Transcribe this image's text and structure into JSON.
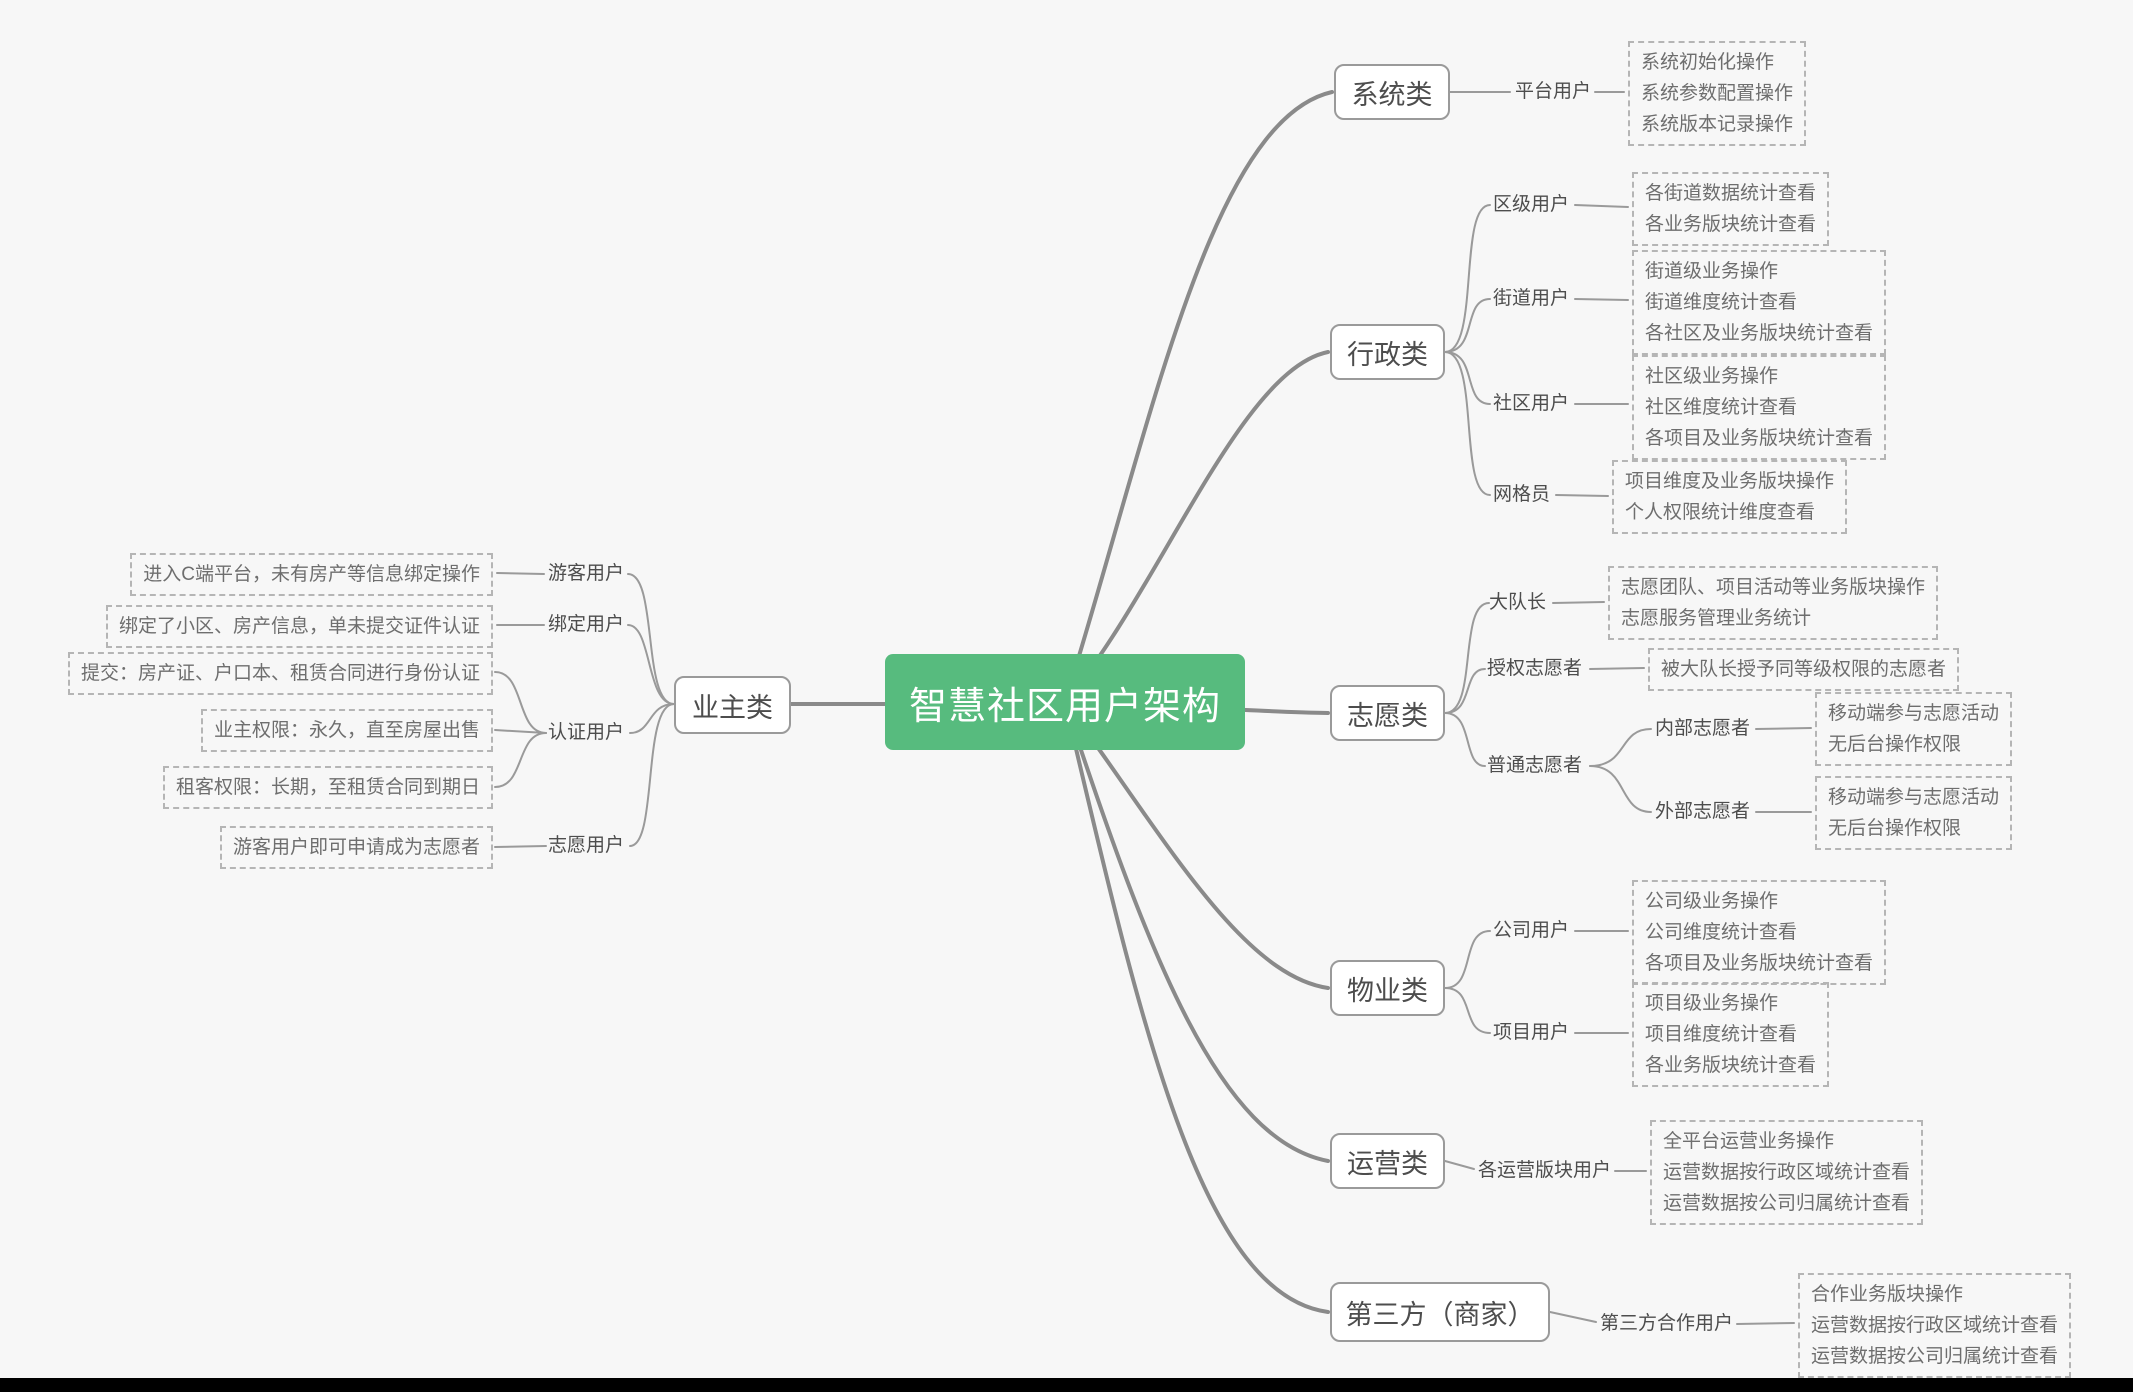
{
  "title": "智慧社区用户架构",
  "colors": {
    "accent": "#57bb7e",
    "line": "#8a8a8a",
    "background": "#f7f7f7",
    "bottom_bar": "#000000"
  },
  "system": {
    "label": "系统类",
    "user": "平台用户",
    "leaf": [
      "系统初始化操作",
      "系统参数配置操作",
      "系统版本记录操作"
    ]
  },
  "admin": {
    "label": "行政类",
    "children": [
      {
        "label": "区级用户",
        "leaf": [
          "各街道数据统计查看",
          "各业务版块统计查看"
        ]
      },
      {
        "label": "街道用户",
        "leaf": [
          "街道级业务操作",
          "街道维度统计查看",
          "各社区及业务版块统计查看"
        ]
      },
      {
        "label": "社区用户",
        "leaf": [
          "社区级业务操作",
          "社区维度统计查看",
          "各项目及业务版块统计查看"
        ]
      },
      {
        "label": "网格员",
        "leaf": [
          "项目维度及业务版块操作",
          "个人权限统计维度查看"
        ]
      }
    ]
  },
  "volunteer": {
    "label": "志愿类",
    "captain": {
      "label": "大队长",
      "leaf": [
        "志愿团队、项目活动等业务版块操作",
        "志愿服务管理业务统计"
      ]
    },
    "authorized": {
      "label": "授权志愿者",
      "leaf": [
        "被大队长授予同等级权限的志愿者"
      ]
    },
    "ordinary": {
      "label": "普通志愿者",
      "children": [
        {
          "label": "内部志愿者",
          "leaf": [
            "移动端参与志愿活动",
            "无后台操作权限"
          ]
        },
        {
          "label": "外部志愿者",
          "leaf": [
            "移动端参与志愿活动",
            "无后台操作权限"
          ]
        }
      ]
    }
  },
  "property": {
    "label": "物业类",
    "children": [
      {
        "label": "公司用户",
        "leaf": [
          "公司级业务操作",
          "公司维度统计查看",
          "各项目及业务版块统计查看"
        ]
      },
      {
        "label": "项目用户",
        "leaf": [
          "项目级业务操作",
          "项目维度统计查看",
          "各业务版块统计查看"
        ]
      }
    ]
  },
  "operation": {
    "label": "运营类",
    "user": "各运营版块用户",
    "leaf": [
      "全平台运营业务操作",
      "运营数据按行政区域统计查看",
      "运营数据按公司归属统计查看"
    ]
  },
  "thirdparty": {
    "label": "第三方（商家）",
    "user": "第三方合作用户",
    "leaf": [
      "合作业务版块操作",
      "运营数据按行政区域统计查看",
      "运营数据按公司归属统计查看"
    ]
  },
  "owner": {
    "label": "业主类",
    "children": [
      {
        "label": "游客用户",
        "leaf": [
          "进入C端平台，未有房产等信息绑定操作"
        ]
      },
      {
        "label": "绑定用户",
        "leaf": [
          "绑定了小区、房产信息，单未提交证件认证"
        ]
      },
      {
        "label": "认证用户",
        "leaf": [
          "提交：房产证、户口本、租赁合同进行身份认证",
          "业主权限：永久，直至房屋出售",
          "租客权限：长期，至租赁合同到期日"
        ]
      },
      {
        "label": "志愿用户",
        "leaf": [
          "游客用户即可申请成为志愿者"
        ]
      }
    ]
  }
}
